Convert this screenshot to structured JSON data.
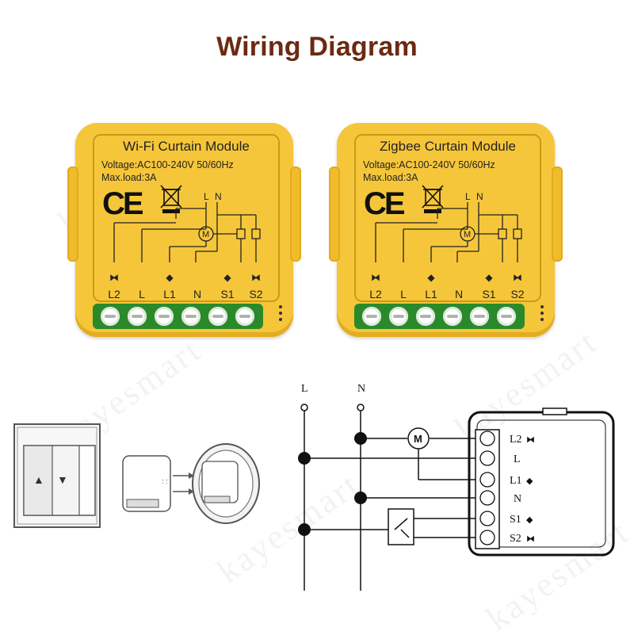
{
  "title": "Wiring Diagram",
  "modules": [
    {
      "name": "Wi-Fi Curtain Module",
      "voltage": "Voltage:AC100-240V 50/60Hz",
      "max_load": "Max.load:3A",
      "ce_mark": "CE",
      "motor_label": "M",
      "top_terminals": [
        "L",
        "N"
      ],
      "terminals": [
        "L2",
        "L",
        "L1",
        "N",
        "S1",
        "S2"
      ]
    },
    {
      "name": "Zigbee Curtain Module",
      "voltage": "Voltage:AC100-240V 50/60Hz",
      "max_load": "Max.load:3A",
      "ce_mark": "CE",
      "motor_label": "M",
      "top_terminals": [
        "L",
        "N"
      ],
      "terminals": [
        "L2",
        "L",
        "L1",
        "N",
        "S1",
        "S2"
      ]
    }
  ],
  "watermark": "kayesmart",
  "wiring": {
    "line_label": "L",
    "neutral_label": "N",
    "motor_label": "M",
    "terminals": [
      "L2",
      "L",
      "L1",
      "N",
      "S1",
      "S2"
    ]
  },
  "colors": {
    "title": "#6b2a12",
    "module_body": "#f6c63a",
    "terminal_strip": "#2a8a2a"
  },
  "icons": [
    "weee-bin-icon",
    "motor-icon",
    "relay-icon",
    "wall-switch-icon",
    "junction-box-icon",
    "arrow-icon"
  ]
}
